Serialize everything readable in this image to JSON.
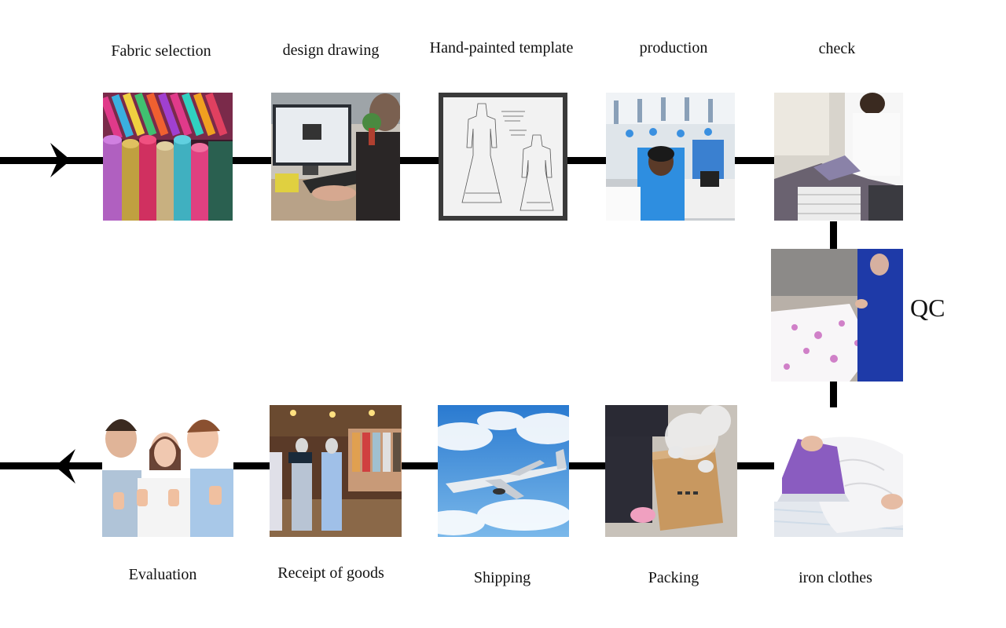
{
  "process": {
    "top_row": [
      {
        "id": "fabric-selection",
        "label": "Fabric selection"
      },
      {
        "id": "design-drawing",
        "label": "design drawing"
      },
      {
        "id": "hand-painted-template",
        "label": "Hand-painted template"
      },
      {
        "id": "production",
        "label": "production"
      },
      {
        "id": "check",
        "label": "check"
      }
    ],
    "side": {
      "id": "qc",
      "label": "QC"
    },
    "bottom_row": [
      {
        "id": "evaluation",
        "label": "Evaluation"
      },
      {
        "id": "receipt-of-goods",
        "label": "Receipt of goods"
      },
      {
        "id": "shipping",
        "label": "Shipping"
      },
      {
        "id": "packing",
        "label": "Packing"
      },
      {
        "id": "iron-clothes",
        "label": "iron clothes"
      }
    ]
  }
}
